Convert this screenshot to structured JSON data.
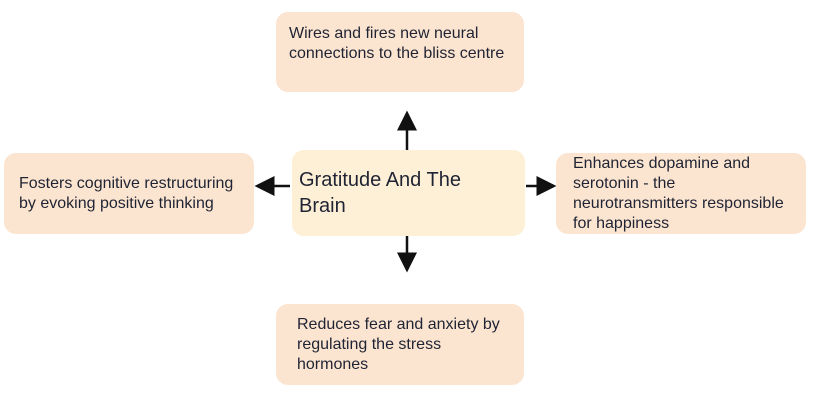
{
  "diagram": {
    "center": "Gratitude And The Brain",
    "top": "Wires and fires new neural connections to the bliss centre",
    "left": "Fosters cognitive restructuring by evoking positive thinking",
    "right": "Enhances dopamine and serotonin - the neurotransmitters responsible for happiness",
    "bottom": "Reduces fear and anxiety by regulating the stress hormones"
  },
  "colors": {
    "center_fill": "#fdf0d6",
    "node_fill": "#fbe5d0",
    "text": "#1f2333",
    "arrow": "#111111"
  }
}
